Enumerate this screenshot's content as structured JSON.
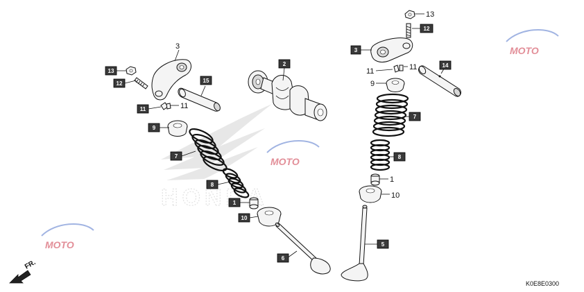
{
  "diagram": {
    "code": "K0E8E0300",
    "front_label": "FR.",
    "watermark_text": "MOTO",
    "brand_text": "HONDA",
    "callouts": [
      {
        "id": "c-13-left",
        "label": "13",
        "boxed": true
      },
      {
        "id": "c-12-left",
        "label": "12",
        "boxed": true
      },
      {
        "id": "c-3-left",
        "label": "3",
        "boxed": false
      },
      {
        "id": "c-15",
        "label": "15",
        "boxed": true
      },
      {
        "id": "c-11-left",
        "label": "11",
        "boxed": true
      },
      {
        "id": "c-11-left-plain",
        "label": "11",
        "boxed": false
      },
      {
        "id": "c-9-left",
        "label": "9",
        "boxed": true
      },
      {
        "id": "c-7-left",
        "label": "7",
        "boxed": true
      },
      {
        "id": "c-8-left",
        "label": "8",
        "boxed": true
      },
      {
        "id": "c-1-left",
        "label": "1",
        "boxed": true
      },
      {
        "id": "c-10-left",
        "label": "10",
        "boxed": true
      },
      {
        "id": "c-6",
        "label": "6",
        "boxed": true
      },
      {
        "id": "c-2",
        "label": "2",
        "boxed": true
      },
      {
        "id": "c-13-right",
        "label": "13",
        "boxed": false
      },
      {
        "id": "c-12-right",
        "label": "12",
        "boxed": true
      },
      {
        "id": "c-3-right",
        "label": "3",
        "boxed": true
      },
      {
        "id": "c-14",
        "label": "14",
        "boxed": true
      },
      {
        "id": "c-11-right-a",
        "label": "11",
        "boxed": false
      },
      {
        "id": "c-11-right-b",
        "label": "11",
        "boxed": false
      },
      {
        "id": "c-9-right",
        "label": "9",
        "boxed": false
      },
      {
        "id": "c-7-right",
        "label": "7",
        "boxed": true
      },
      {
        "id": "c-8-right",
        "label": "8",
        "boxed": true
      },
      {
        "id": "c-1-right",
        "label": "1",
        "boxed": false
      },
      {
        "id": "c-10-right",
        "label": "10",
        "boxed": false
      },
      {
        "id": "c-5",
        "label": "5",
        "boxed": true
      }
    ]
  }
}
